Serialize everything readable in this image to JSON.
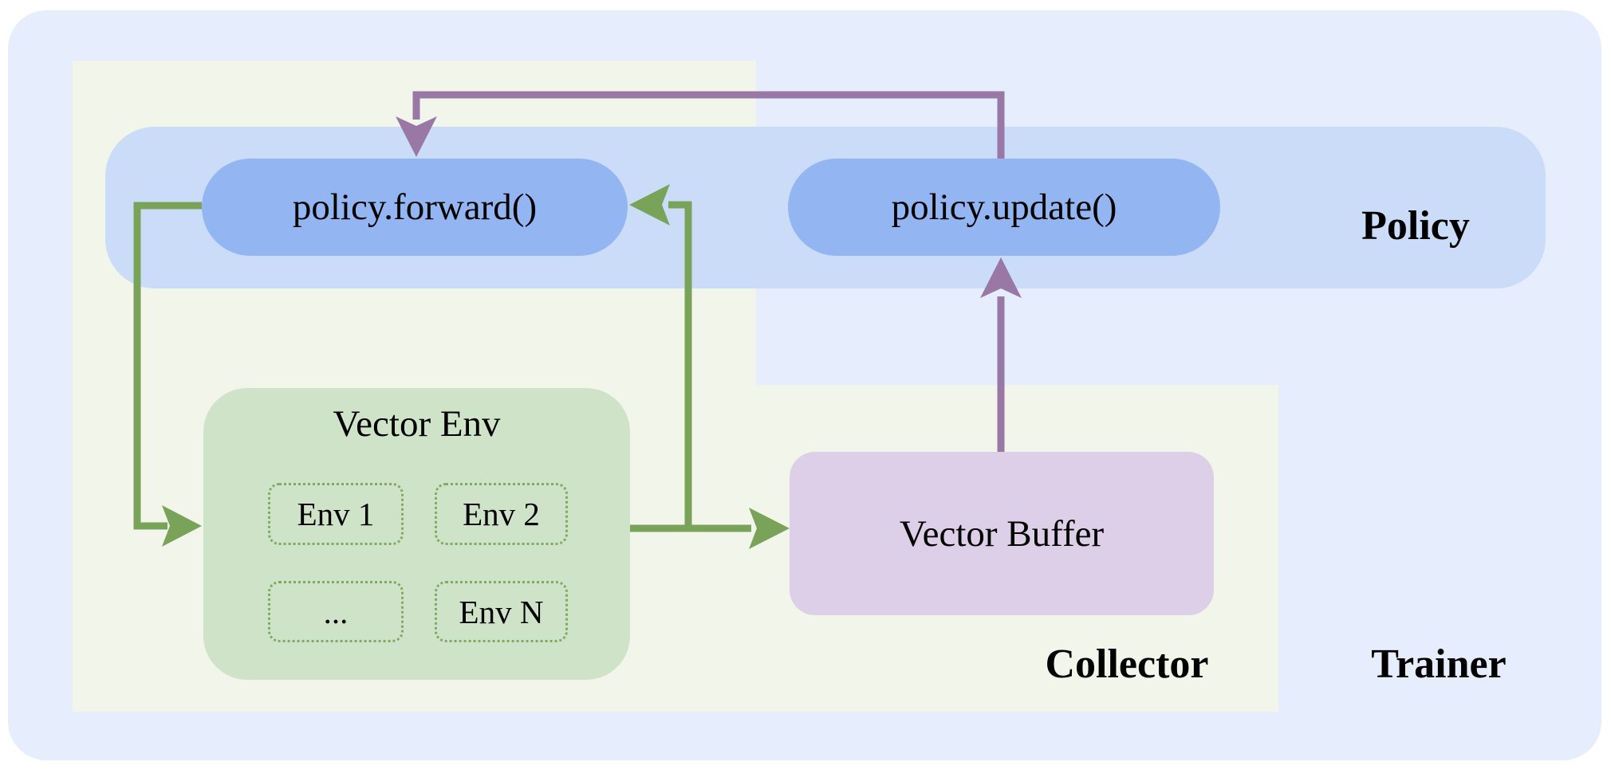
{
  "diagram": {
    "regions": {
      "trainer": {
        "label": "Trainer"
      },
      "collector": {
        "label": "Collector"
      },
      "policy": {
        "label": "Policy"
      }
    },
    "nodes": {
      "policy_forward": {
        "label": "policy.forward()"
      },
      "policy_update": {
        "label": "policy.update()"
      },
      "vector_env": {
        "title": "Vector Env",
        "envs": [
          "Env 1",
          "Env 2",
          "...",
          "Env N"
        ]
      },
      "vector_buffer": {
        "label": "Vector Buffer"
      }
    },
    "edges": [
      {
        "from": "policy.forward()",
        "to": "Vector Env",
        "color": "green"
      },
      {
        "from": "Vector Env",
        "to": "Vector Buffer",
        "color": "green"
      },
      {
        "from": "Vector Env",
        "to": "policy.forward()",
        "color": "green"
      },
      {
        "from": "Vector Buffer",
        "to": "policy.update()",
        "color": "purple"
      },
      {
        "from": "policy.update()",
        "to": "policy.forward()",
        "color": "purple"
      }
    ],
    "colors": {
      "trainer_bg": "#e6edfc",
      "collector_bg": "#f2f5e9",
      "policy_band_bg": "#cbdcf9",
      "pill_bg": "#93b5f2",
      "env_box_bg": "#cfe3c9",
      "env_border": "#82a961",
      "buffer_bg": "#ddcfe7",
      "green_arrow": "#7aa35a",
      "purple_arrow": "#9a78a6",
      "text": "#000000"
    }
  }
}
